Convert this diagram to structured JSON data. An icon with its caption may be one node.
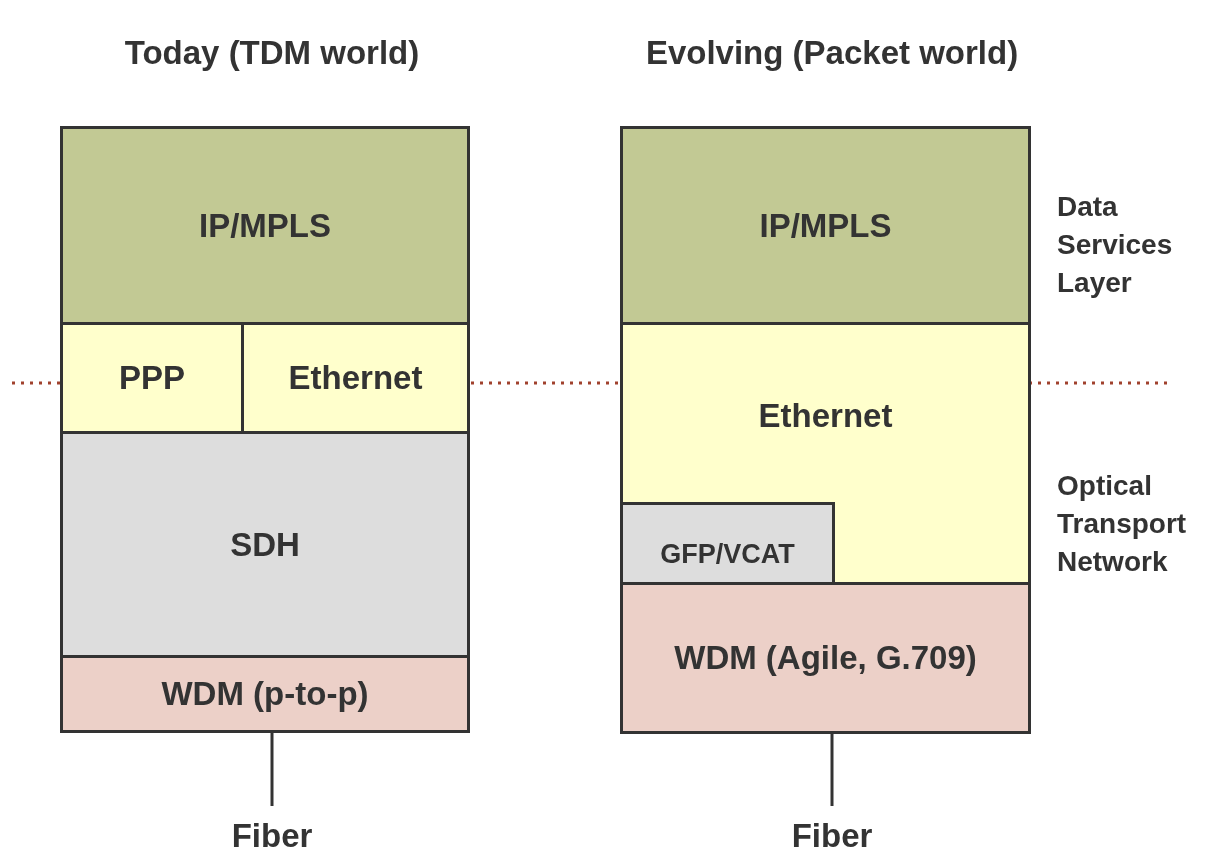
{
  "diagram": {
    "nodes": [
      {
        "text": [
          "IP/MPLS"
        ]
      },
      {
        "text": [
          "PPP"
        ]
      },
      {
        "text": [
          "Ethernet"
        ]
      },
      {
        "text": [
          "SDH"
        ]
      },
      {
        "text": [
          "WDM (p-to-p)"
        ]
      },
      {
        "text": [
          "Fiber"
        ]
      },
      {
        "text": [
          "IP/MPLS"
        ]
      },
      {
        "text": [
          "Ethernet"
        ]
      },
      {
        "text": [
          "GFP/VCAT"
        ],
        "in": 7
      },
      {
        "text": [
          "WDM (Agile, G.709)"
        ]
      },
      {
        "text": [
          "Fiber"
        ]
      }
    ],
    "edges": [
      {
        "from": 4,
        "to": 5,
        "arrow": "none"
      },
      {
        "from": 9,
        "to": 10,
        "arrow": "none"
      }
    ],
    "labels": [
      "Today (TDM world)",
      "Evolving (Packet world)",
      "Data Services Layer",
      "Optical Transport Network"
    ]
  }
}
